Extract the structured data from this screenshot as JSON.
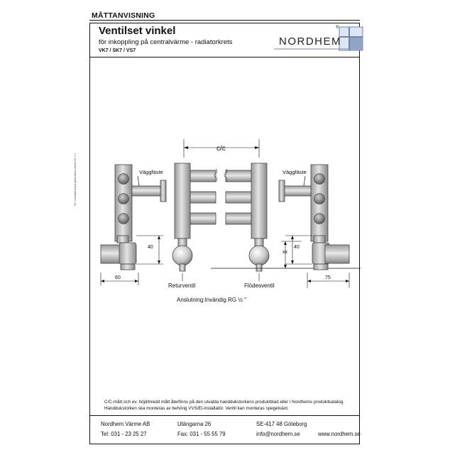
{
  "header": {
    "sheet_label": "MÅTTANVISNING",
    "title": "Ventilset vinkel",
    "subtitle": "för inkoppling på centralvärme - radiatorkrets",
    "models": "VK7 / SK7 / VS7"
  },
  "logo": {
    "text": "NORDHEM",
    "mark": "®",
    "color": "#6a86b0"
  },
  "side_note": "Fil: cc/mittanvisning/ventilset vinkel 05 1 1",
  "drawing": {
    "cc_label": "c/c",
    "wall_bracket_left": "Väggfäste",
    "wall_bracket_right": "Väggfäste",
    "dim_left_height": "40",
    "dim_left_width": "60",
    "dim_right_height": "40",
    "dim_right_xx": "xx",
    "dim_right_width": "75",
    "return_valve": "Returventil",
    "flow_valve": "Flödesventil",
    "connection": "Anslutning:Invändig RG ½ \""
  },
  "notes": [
    "C/C-mått och ev. höjd/bredd mått återfinns på den utvalda handdukstorkens produktblad eller i Nordhems produktkatalog.",
    "Handdukstorken ska monteras av behörig VVS/El-installatör. Ventil kan monteras spegelvänt."
  ],
  "footer": {
    "company": "Nordhem Värme AB",
    "phone": "Tel: 031 - 23 25 27",
    "street": "Utängarna 26",
    "fax": "Fax: 031 - 55 55 79",
    "postal": "SE-417 48 Göteborg",
    "email": "info@nordhem.se",
    "web": "www.nordhem.se"
  }
}
